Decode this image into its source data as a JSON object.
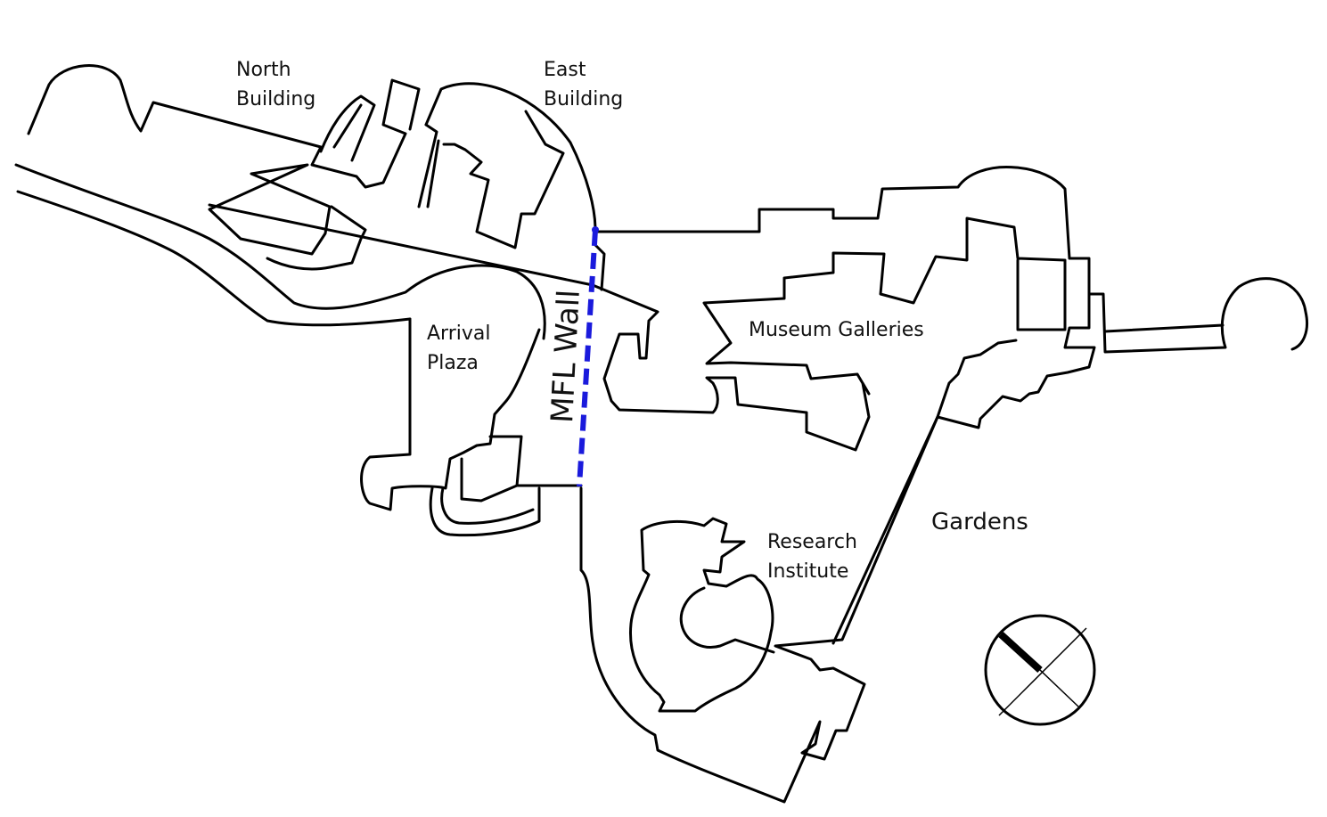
{
  "map": {
    "labels": {
      "north_building": [
        "North",
        "Building"
      ],
      "east_building": [
        "East",
        "Building"
      ],
      "arrival_plaza": [
        "Arrival",
        "Plaza"
      ],
      "museum_galleries": "Museum Galleries",
      "research_institute": [
        "Research",
        "Institute"
      ],
      "gardens": "Gardens",
      "mfl_wall": "MFL Wall"
    },
    "colors": {
      "outline": "#000000",
      "wall_highlight": "#1a1adc",
      "background": "#ffffff"
    },
    "icons": [
      "north-arrow-icon"
    ]
  }
}
